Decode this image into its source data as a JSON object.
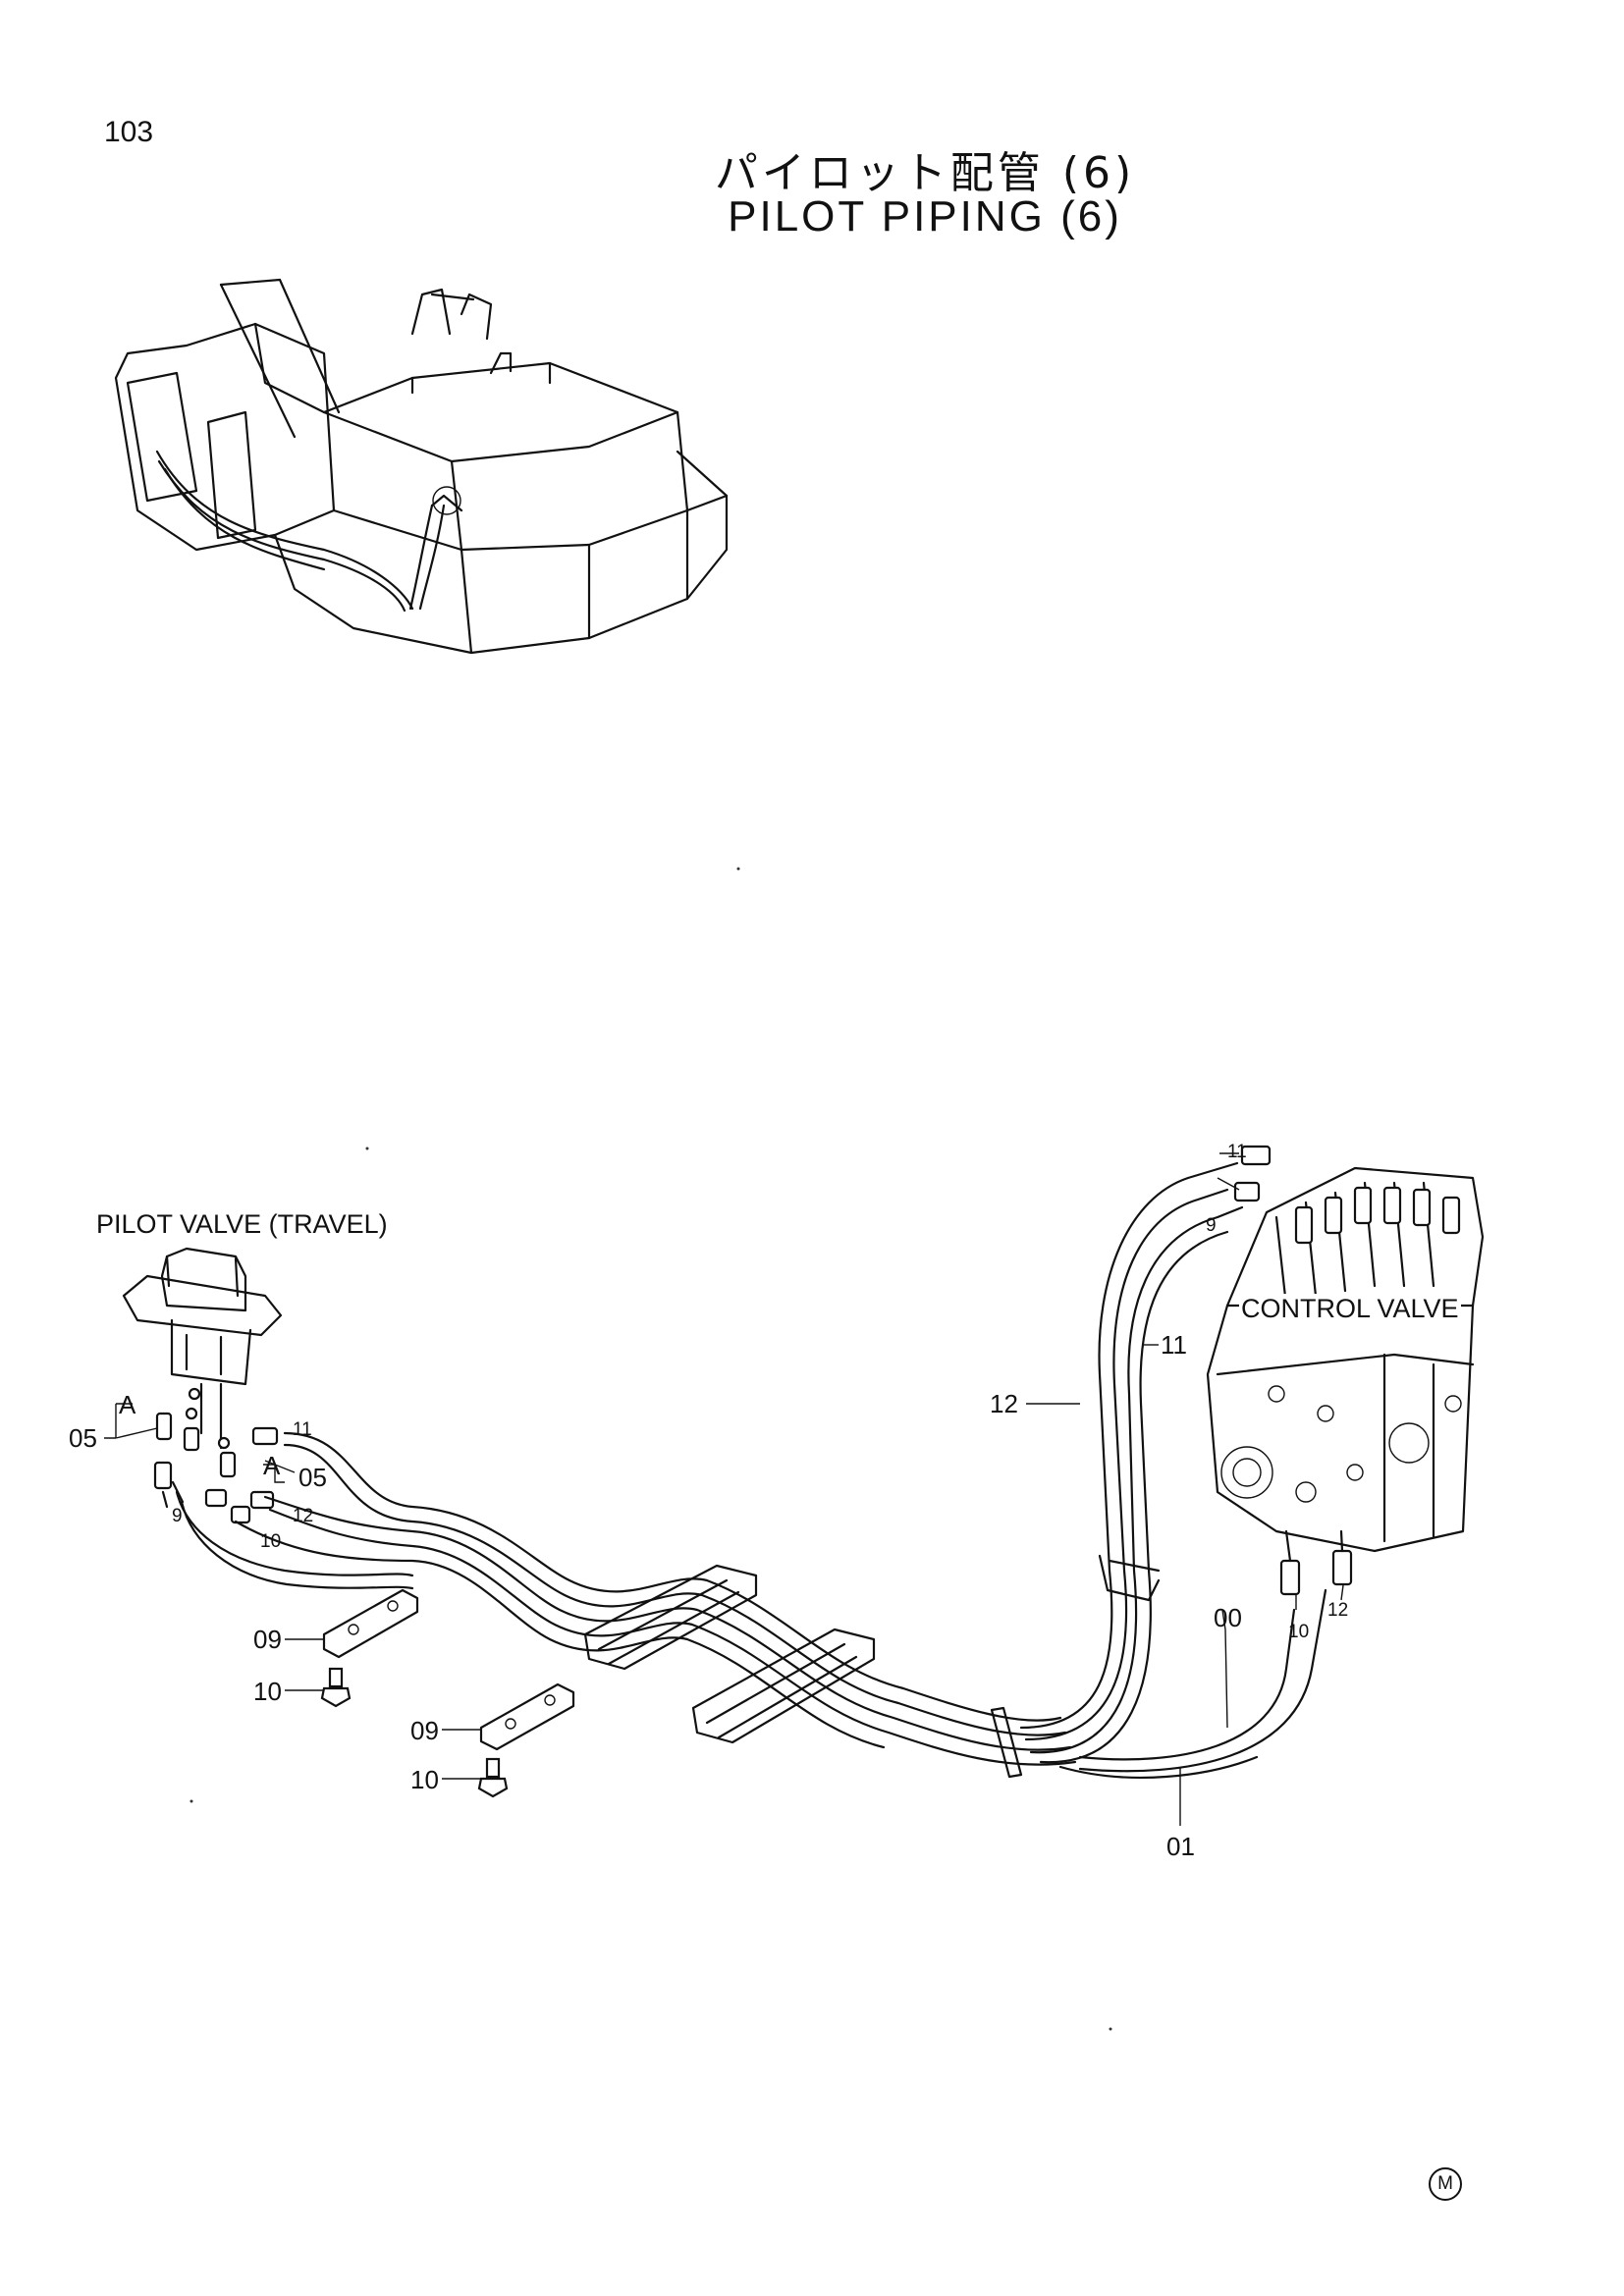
{
  "page_number": "103",
  "title_jp": "パイロット配管 (6)",
  "title_en": "PILOT PIPING (6)",
  "labels": {
    "pilot_valve": "PILOT VALVE (TRAVEL)",
    "control_valve": "CONTROL VALVE"
  },
  "callouts": {
    "c05_left": "05",
    "c05_right": "05",
    "cA_left": "A",
    "cA_right": "A",
    "c9_left": "9",
    "c10_left": "10",
    "c11_left": "11",
    "c12_left": "12",
    "c09_upper": "09",
    "c10_upper": "10",
    "c09_lower": "09",
    "c10_lower": "10",
    "c11_top": "11",
    "c9_top": "9",
    "c11_mid": "11",
    "c12_mid": "12",
    "c00": "00",
    "c10_cv": "10",
    "c12_cv": "12",
    "c01": "01"
  },
  "corner_mark": "M"
}
